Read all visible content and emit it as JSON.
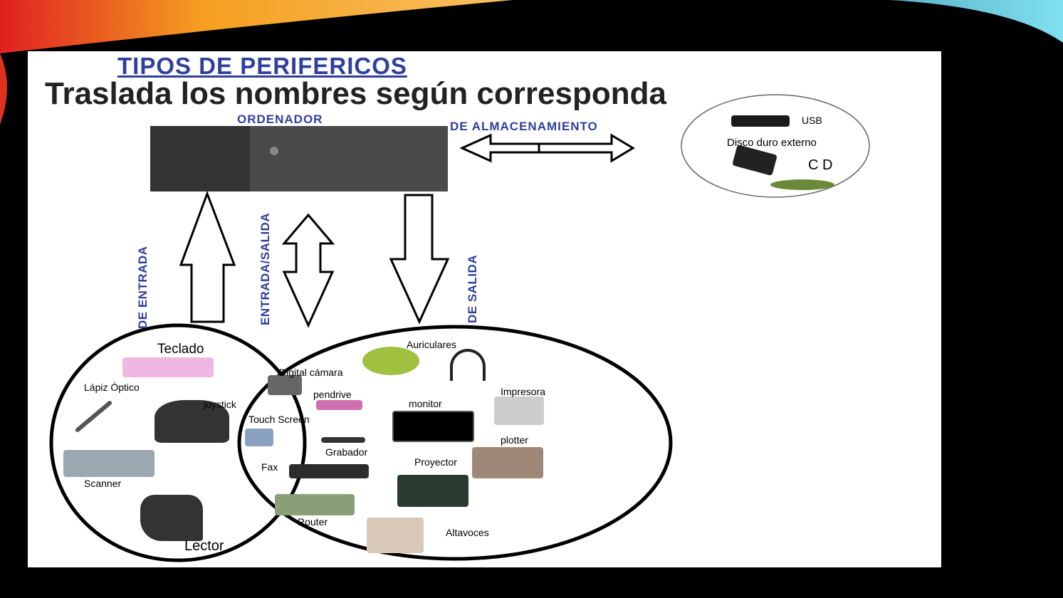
{
  "slide": {
    "heading": "TIPOS DE PERIFERICOS",
    "instruction": "Traslada los nombres según corresponda"
  },
  "diagram": {
    "computer_label": "ORDENADOR",
    "storage_label": "DE ALMACENAMIENTO",
    "input_label": "DE ENTRADA",
    "io_label": "ENTRADA/SALIDA",
    "output_label": "DE SALIDA",
    "storage_items": [
      "USB",
      "Disco duro externo",
      "C D"
    ],
    "input_items": [
      "Teclado",
      "Lápiz Óptico",
      "joystick",
      "Scanner",
      "Lector"
    ],
    "io_items": [
      "Digital cámara",
      "pendrive",
      "Touch Screen",
      "Grabador",
      "Fax",
      "Router"
    ],
    "output_items": [
      "Auriculares",
      "Impresora",
      "monitor",
      "plotter",
      "Proyector",
      "Altavoces"
    ]
  },
  "colors": {
    "label_blue": "#2f3f9c",
    "accent_orange": "#f08a1c",
    "accent_cyan": "#29b6d6"
  }
}
